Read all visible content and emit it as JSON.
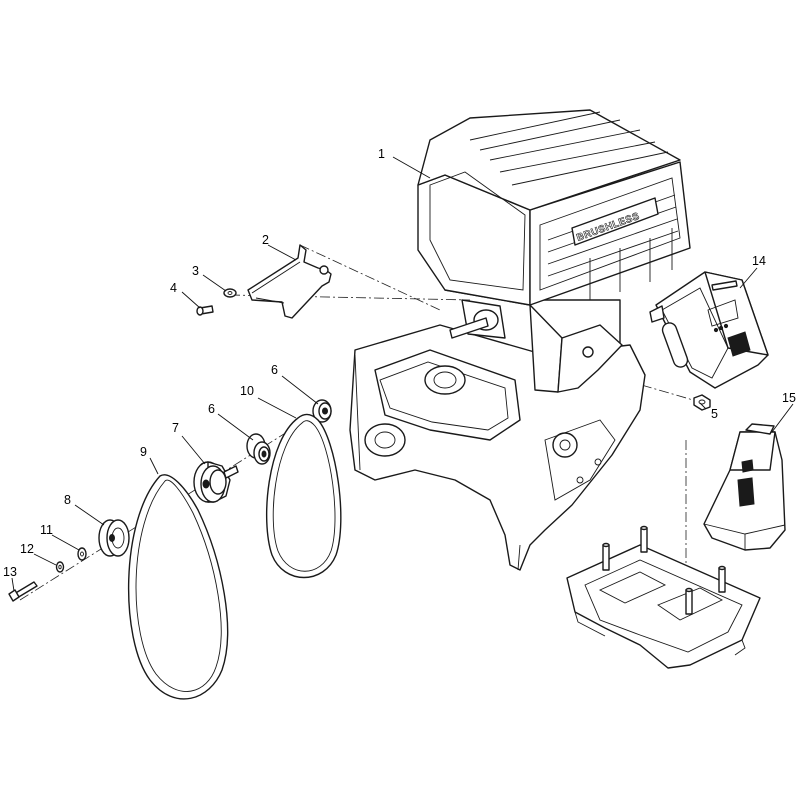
{
  "diagram": {
    "type": "exploded-parts-diagram",
    "motor_logo_text": "BRUSHLESS",
    "callouts": [
      "1",
      "2",
      "3",
      "4",
      "5",
      "6",
      "6",
      "7",
      "8",
      "9",
      "10",
      "11",
      "12",
      "13",
      "14",
      "15"
    ]
  }
}
